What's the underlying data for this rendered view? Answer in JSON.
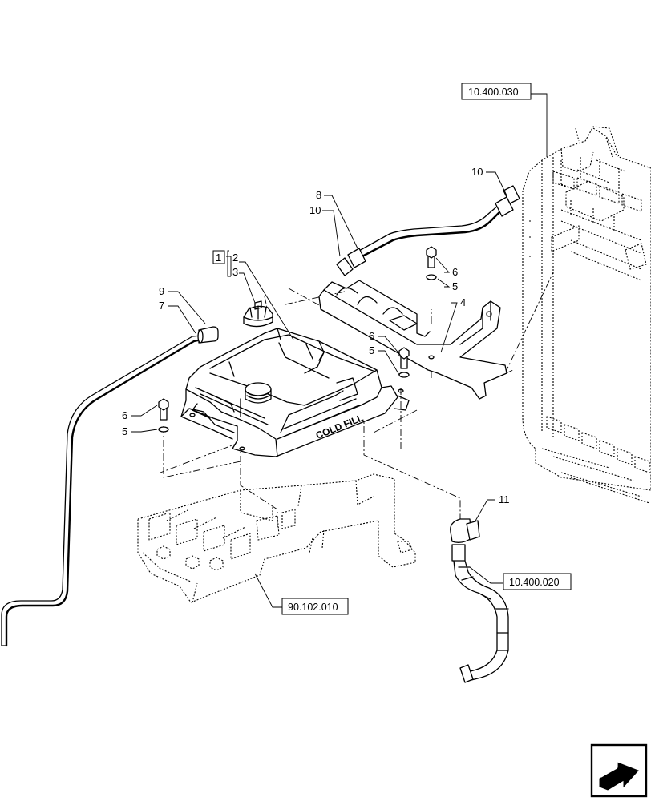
{
  "callouts": {
    "c1": "1",
    "c2": "2",
    "c3": "3",
    "c4": "4",
    "c5a": "5",
    "c5b": "5",
    "c5c": "5",
    "c6a": "6",
    "c6b": "6",
    "c6c": "6",
    "c7": "7",
    "c8": "8",
    "c9": "9",
    "c10a": "10",
    "c10b": "10",
    "c11": "11"
  },
  "references": {
    "radiator": "10.400.030",
    "frame": "90.102.010",
    "hose": "10.400.020"
  },
  "tank_marking": "COLD FILL",
  "nav_icon": "next-page-arrow-icon"
}
